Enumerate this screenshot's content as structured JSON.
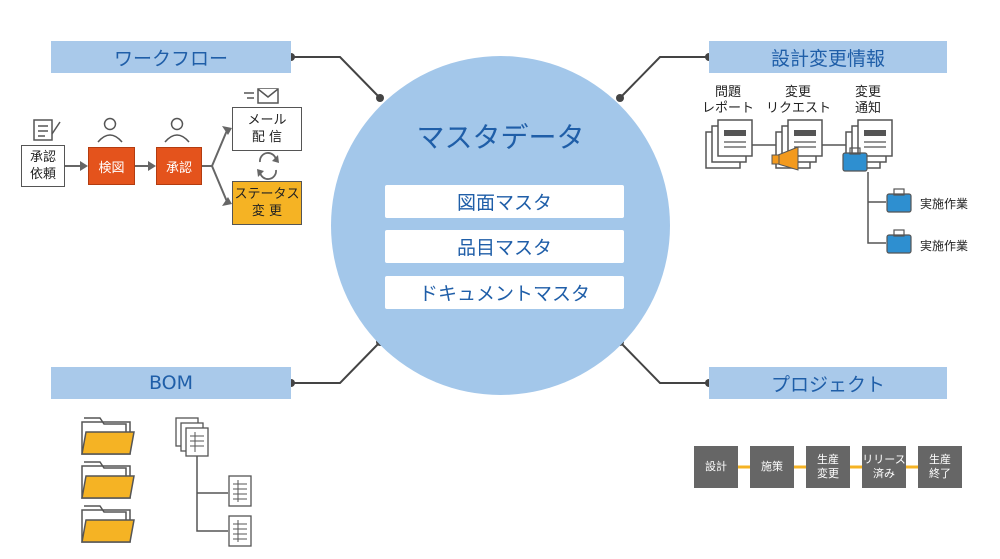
{
  "categories": {
    "workflow": "ワークフロー",
    "design_change": "設計変更情報",
    "bom": "BOM",
    "project": "プロジェクト"
  },
  "master": {
    "title": "マスタデータ",
    "items": [
      "図面マスタ",
      "品目マスタ",
      "ドキュメントマスタ"
    ]
  },
  "workflow": {
    "request": "承認\n依頼",
    "inspect": "検図",
    "approve": "承認",
    "mail": "メール\n配 信",
    "status": "ステータス\n変 更"
  },
  "design_change": {
    "docs": [
      "問題\nレポート",
      "変更\nリクエスト",
      "変更\n通知"
    ],
    "tasks": [
      "実施作業",
      "実施作業"
    ]
  },
  "project": {
    "stages": [
      "設計",
      "施策",
      "生産\n変更",
      "リリース\n済み",
      "生産\n終了"
    ]
  },
  "colors": {
    "category_bg": "#a9c9ea",
    "category_text": "#1f5ea8",
    "circle": "#a3c7ea",
    "orange": "#e4531c",
    "yellow": "#f5b324",
    "stage_gray": "#666666",
    "timeline": "#f5b324",
    "task_blue": "#2e8fd0"
  },
  "icons": [
    "person-icon",
    "memo-icon",
    "envelope-icon",
    "refresh-icon",
    "document-icon",
    "megaphone-icon",
    "briefcase-icon",
    "folder-icon",
    "spreadsheet-icon"
  ]
}
